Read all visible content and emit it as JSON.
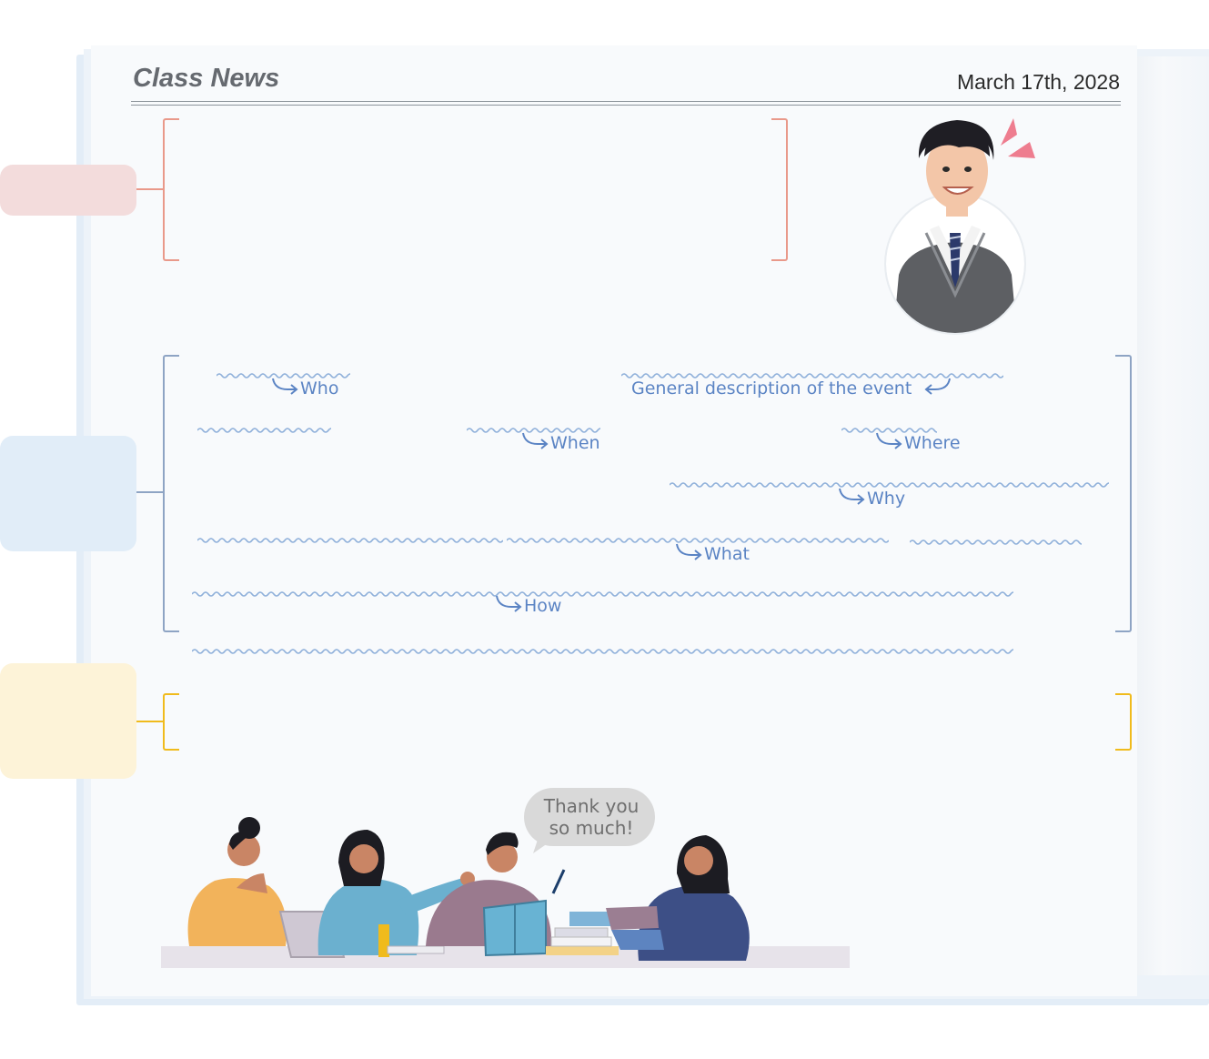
{
  "header": {
    "title": "Class News",
    "date": "March 17th, 2028"
  },
  "guide_labels": {
    "who": "Who",
    "general": "General description of the event",
    "when": "When",
    "where": "Where",
    "why": "Why",
    "what": "What",
    "how": "How"
  },
  "speech_bubble": {
    "text": "Thank you\nso much!"
  },
  "colors": {
    "headline_accent": "#e9998a",
    "body_accent": "#8ea4c4",
    "closing_accent": "#f0bb1c",
    "guide_text": "#5b84c4"
  },
  "icons": {
    "alert_mark": "pink-exclamation-marks",
    "portrait": "student-portrait",
    "illustration": "students-studying-illustration"
  }
}
